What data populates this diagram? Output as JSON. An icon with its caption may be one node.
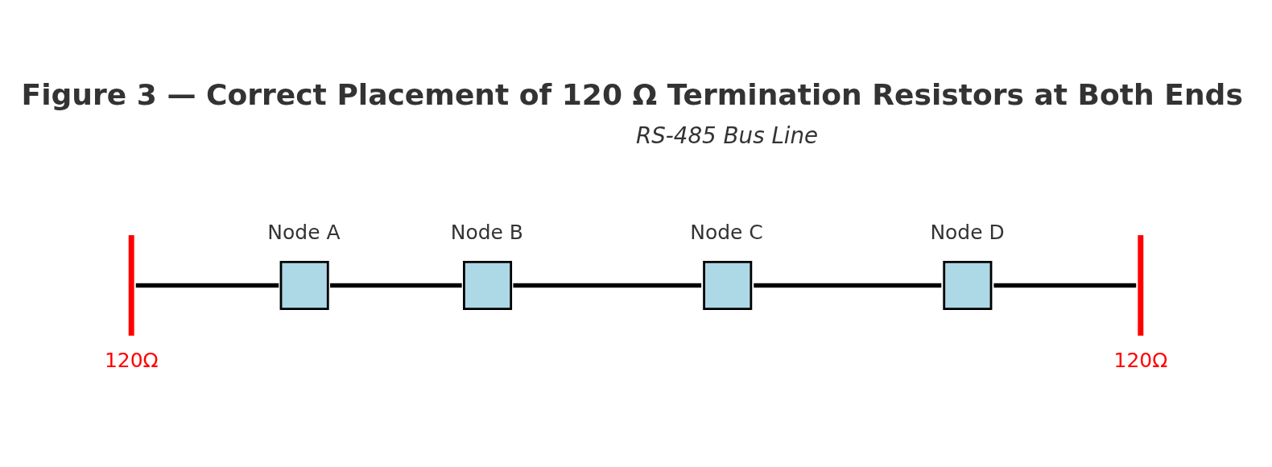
{
  "diagram": {
    "title": "Figure 3 — Correct Placement of 120 Ω Termination Resistors at Both Ends",
    "nodes": [
      {
        "text": [],
        "shape": "bar",
        "beside": [
          "120Ω"
        ]
      },
      {
        "text": [
          "Node A"
        ]
      },
      {
        "text": [
          "Node B"
        ]
      },
      {
        "text": [
          "Node C"
        ]
      },
      {
        "text": [
          "Node D"
        ]
      },
      {
        "text": [],
        "shape": "bar",
        "beside": [
          "120Ω"
        ]
      }
    ],
    "edges": [
      {
        "from": 0,
        "to": 1,
        "arrow": "none"
      },
      {
        "from": 1,
        "to": 2,
        "arrow": "none"
      },
      {
        "from": 2,
        "to": 3,
        "arrow": "none"
      },
      {
        "from": 3,
        "to": 4,
        "arrow": "none"
      },
      {
        "from": 4,
        "to": 5,
        "arrow": "none"
      }
    ],
    "labels": [
      "RS-485 Bus Line"
    ]
  }
}
